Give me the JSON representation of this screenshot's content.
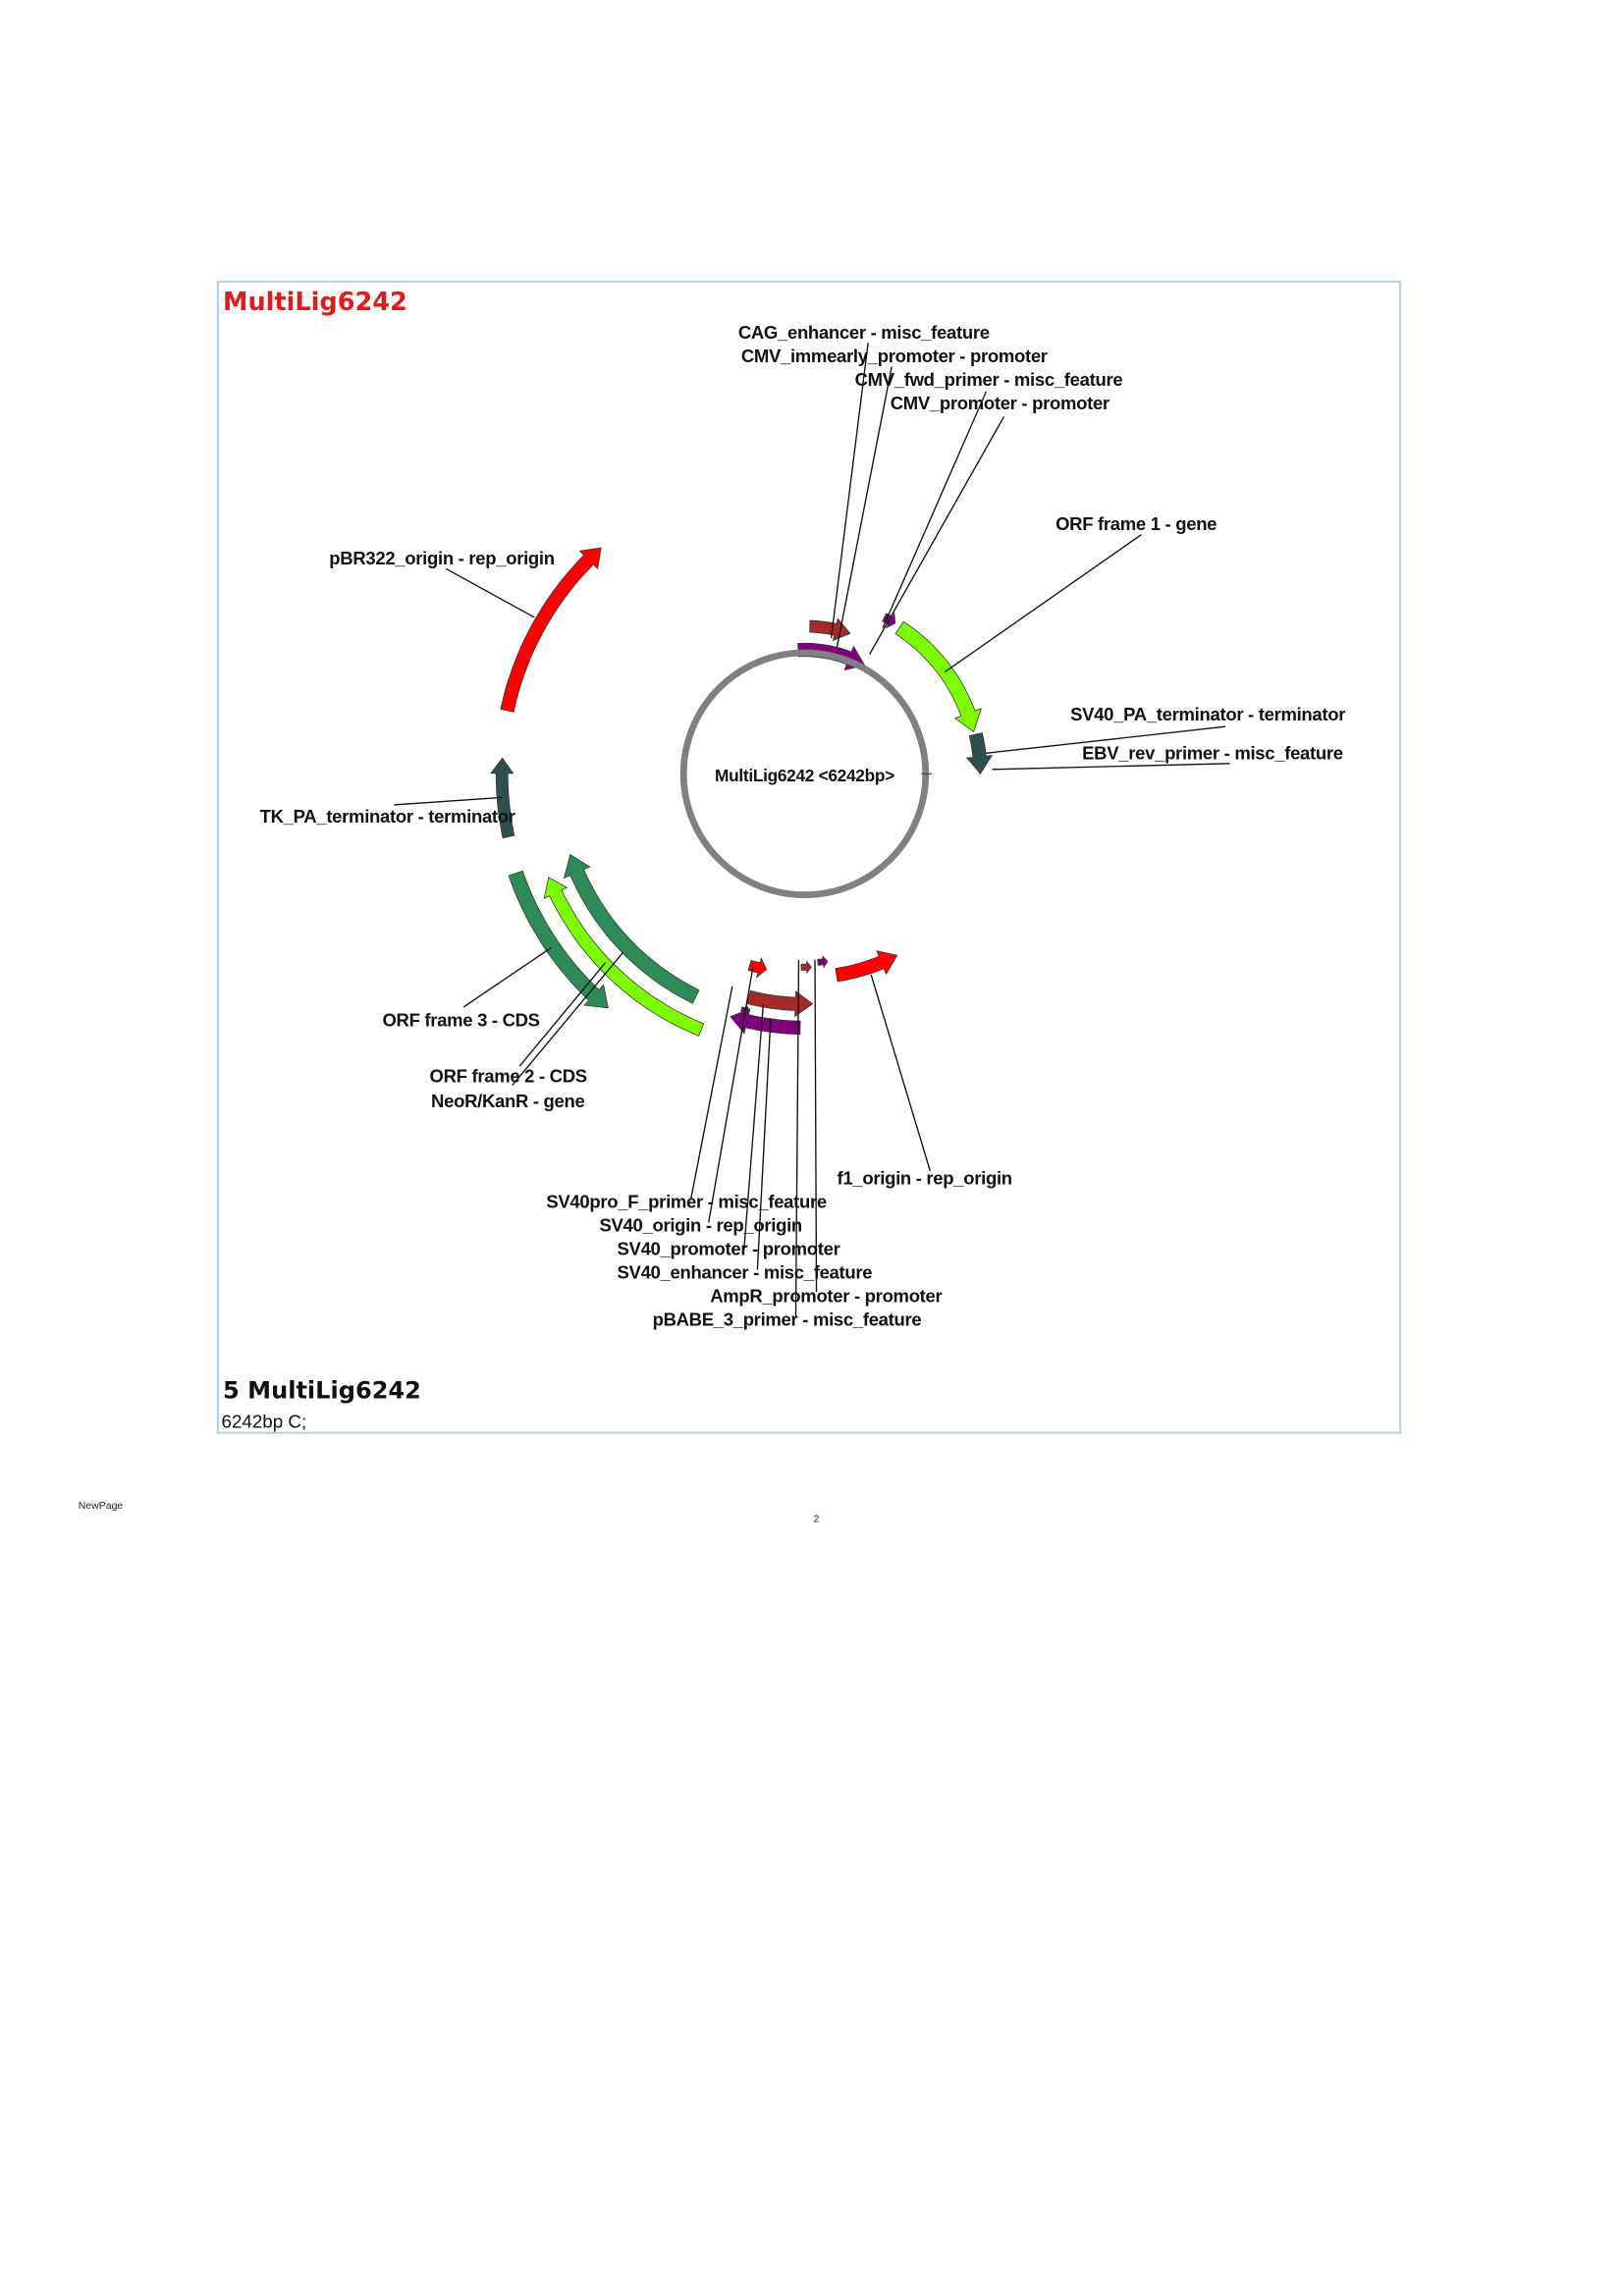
{
  "map": {
    "title": "MultiLig6242",
    "center_label": "MultiLig6242 <6242bp>",
    "footer_title": "5 MultiLig6242",
    "footer_info": "6242bp C;",
    "backbone_color": "#808080",
    "frame_color": "#a8d4e6"
  },
  "page": {
    "left_footer": "NewPage",
    "page_number": "2"
  },
  "features": [
    {
      "label": "CAG_enhancer - misc_feature",
      "color": "#a52a2a"
    },
    {
      "label": "CMV_immearly_promoter - promoter",
      "color": "#800080"
    },
    {
      "label": "CMV_fwd_primer - misc_feature",
      "color": "#800080"
    },
    {
      "label": "CMV_promoter - promoter",
      "color": "#800080"
    },
    {
      "label": "ORF frame 1 - gene",
      "color": "#7cfc00"
    },
    {
      "label": "pBR322_origin - rep_origin",
      "color": "#ff0000"
    },
    {
      "label": "SV40_PA_terminator - terminator",
      "color": "#2f4f4f"
    },
    {
      "label": "EBV_rev_primer - misc_feature",
      "color": "#800080"
    },
    {
      "label": "TK_PA_terminator - terminator",
      "color": "#2f4f4f"
    },
    {
      "label": "ORF frame 3 - CDS",
      "color": "#2e8b57"
    },
    {
      "label": "ORF frame 2 - CDS",
      "color": "#7cfc00"
    },
    {
      "label": "NeoR/KanR - gene",
      "color": "#2e8b57"
    },
    {
      "label": "f1_origin - rep_origin",
      "color": "#ff0000"
    },
    {
      "label": "SV40pro_F_primer - misc_feature",
      "color": "#800080"
    },
    {
      "label": "SV40_origin - rep_origin",
      "color": "#ff0000"
    },
    {
      "label": "SV40_promoter - promoter",
      "color": "#a52a2a"
    },
    {
      "label": "SV40_enhancer - misc_feature",
      "color": "#800080"
    },
    {
      "label": "AmpR_promoter - promoter",
      "color": "#a52a2a"
    },
    {
      "label": "pBABE_3_primer - misc_feature",
      "color": "#800080"
    }
  ]
}
